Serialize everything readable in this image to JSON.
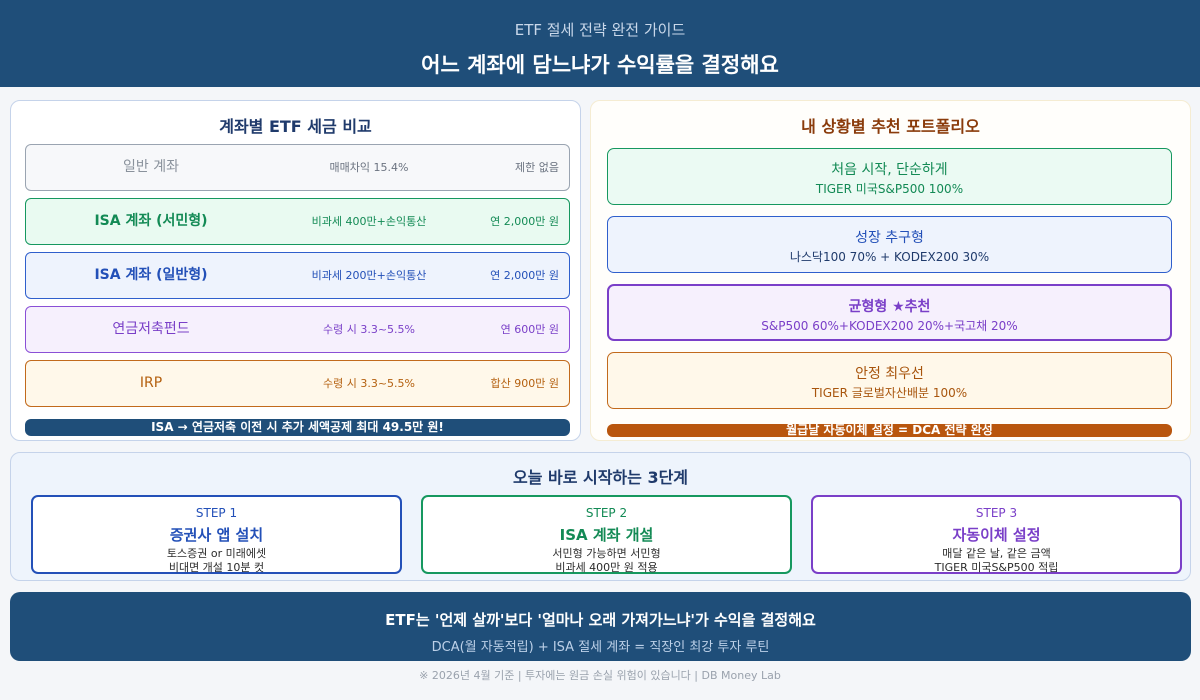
{
  "header": {
    "subtitle": "ETF 절세 전략 완전 가이드",
    "title": "어느 계좌에 담느냐가 수익률을 결정해요"
  },
  "account_comparison": {
    "title": "계좌별 ETF 세금 비교",
    "rows": [
      {
        "name": "일반 계좌",
        "tax": "매매차익 15.4%",
        "limit": "제한 없음"
      },
      {
        "name": "ISA 계좌 (서민형)",
        "tax": "비과세 400만+손익통산",
        "limit": "연 2,000만 원"
      },
      {
        "name": "ISA 계좌 (일반형)",
        "tax": "비과세 200만+손익통산",
        "limit": "연 2,000만 원"
      },
      {
        "name": "연금저축펀드",
        "tax": "수령 시 3.3~5.5%",
        "limit": "연 600만 원"
      },
      {
        "name": "IRP",
        "tax": "수령 시 3.3~5.5%",
        "limit": "합산 900만 원"
      }
    ],
    "banner": "ISA → 연금저축 이전 시 추가 세액공제 최대 49.5만 원!"
  },
  "portfolios": {
    "title": "내 상황별 추천 포트폴리오",
    "cards": [
      {
        "title": "처음 시작, 단순하게",
        "detail": "TIGER 미국S&P500 100%"
      },
      {
        "title": "성장 추구형",
        "detail": "나스닥100 70% + KODEX200 30%"
      },
      {
        "title": "균형형 ★추천",
        "detail": "S&P500 60%+KODEX200 20%+국고채 20%"
      },
      {
        "title": "안정 최우선",
        "detail": "TIGER 글로벌자산배분 100%"
      }
    ],
    "banner": "월급날 자동이체 설정 = DCA 전략 완성"
  },
  "steps": {
    "title": "오늘 바로 시작하는 3단계",
    "items": [
      {
        "label": "STEP 1",
        "title": "증권사 앱 설치",
        "line1": "토스증권 or 미래에셋",
        "line2": "비대면 개설 10분 컷"
      },
      {
        "label": "STEP 2",
        "title": "ISA 계좌 개설",
        "line1": "서민형 가능하면 서민형",
        "line2": "비과세 400만 원 적용"
      },
      {
        "label": "STEP 3",
        "title": "자동이체 설정",
        "line1": "매달 같은 날, 같은 금액",
        "line2": "TIGER 미국S&P500 적립"
      }
    ]
  },
  "footer": {
    "title": "ETF는 '언제 살까'보다 '얼마나 오래 가져가느냐'가 수익을 결정해요",
    "subtitle": "DCA(월 자동적립) + ISA 절세 계좌 = 직장인 최강 투자 루틴",
    "note": "※ 2026년 4월 기준 | 투자에는 원금 손실 위험이 있습니다 | DB Money Lab"
  },
  "colors": {
    "header_bg": "#1f4e79",
    "green": "#16985f",
    "blue": "#2f5fcc",
    "purple": "#7a3fc8",
    "orange": "#c26a1c"
  }
}
